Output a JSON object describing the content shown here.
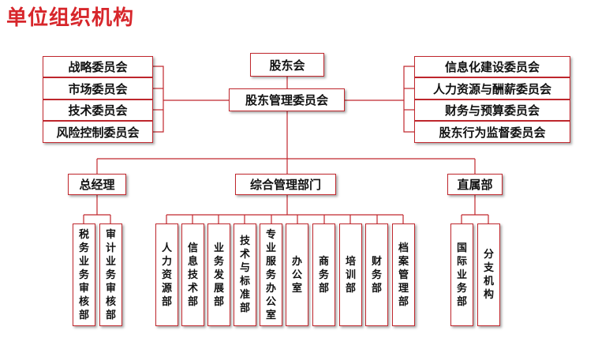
{
  "page_title": "单位组织机构",
  "top": {
    "shareholders_meeting": "股东会",
    "shareholders_mgmt_committee": "股东管理委员会"
  },
  "left_committees": [
    "战略委员会",
    "市场委员会",
    "技术委员会",
    "风险控制委员会"
  ],
  "right_committees": [
    "信息化建设委员会",
    "人力资源与酬薪委员会",
    "财务与预算委员会",
    "股东行为监督委员会"
  ],
  "level2": {
    "general_manager": "总经理",
    "comprehensive_mgmt": "综合管理部门",
    "direct": "直属部"
  },
  "gm_departments": [
    "税务业务审核部",
    "审计业务审核部"
  ],
  "mgmt_departments": [
    "人力资源部",
    "信息技术部",
    "业务发展部",
    "技术与标准部",
    "专业服务办公室",
    "办公室",
    "商务部",
    "培训部",
    "财务部",
    "档案管理部"
  ],
  "direct_departments": [
    "国际业务部",
    "分支机构"
  ],
  "colors": {
    "title": "#d7262b",
    "line": "#c0272d",
    "border": "#c0272d"
  }
}
